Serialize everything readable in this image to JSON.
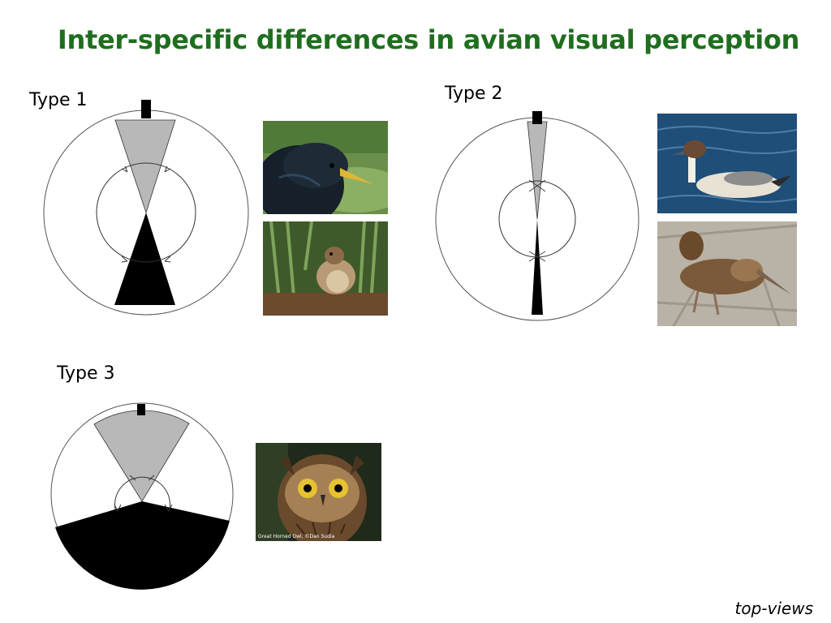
{
  "title": "Inter-specific differences in avian visual perception",
  "types": [
    {
      "label": "Type 1"
    },
    {
      "label": "Type 2"
    },
    {
      "label": "Type 3"
    }
  ],
  "photos": {
    "starling": {
      "subject": "starling"
    },
    "lark": {
      "subject": "lark"
    },
    "pintail": {
      "subject": "pintail duck"
    },
    "woodcock": {
      "subject": "woodcock"
    },
    "owl": {
      "subject": "great horned owl",
      "credit": "Great Horned Owl, ©Dan Sudia"
    }
  },
  "footer": "top-views",
  "colors": {
    "title": "#1f6e1f",
    "binocular_field": "#b8b8b8",
    "blind_area": "#000000",
    "outline": "#555555"
  }
}
